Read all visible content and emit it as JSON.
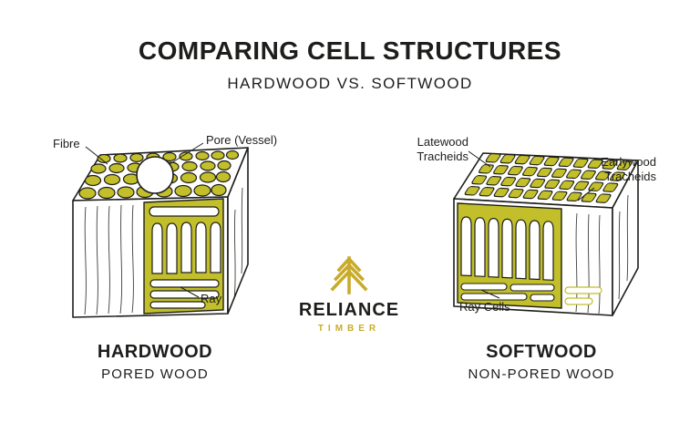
{
  "colors": {
    "ink": "#1d1d1b",
    "cell_accent": "#c2bf2a",
    "logo_accent": "#c9ab2a",
    "background": "#ffffff"
  },
  "header": {
    "title": "COMPARING CELL STRUCTURES",
    "subtitle": "HARDWOOD VS. SOFTWOOD"
  },
  "hardwood": {
    "title": "HARDWOOD",
    "subtitle": "PORED WOOD",
    "labels": {
      "fibre": "Fibre",
      "pore": "Pore (Vessel)",
      "ray": "Ray"
    }
  },
  "softwood": {
    "title": "SOFTWOOD",
    "subtitle": "NON-PORED WOOD",
    "labels": {
      "latewood": "Latewood Tracheids",
      "earlywood": "Earlywood Tracheids",
      "ray_cells": "Ray Cells"
    }
  },
  "logo": {
    "brand": "RELIANCE",
    "sub": "TIMBER"
  }
}
